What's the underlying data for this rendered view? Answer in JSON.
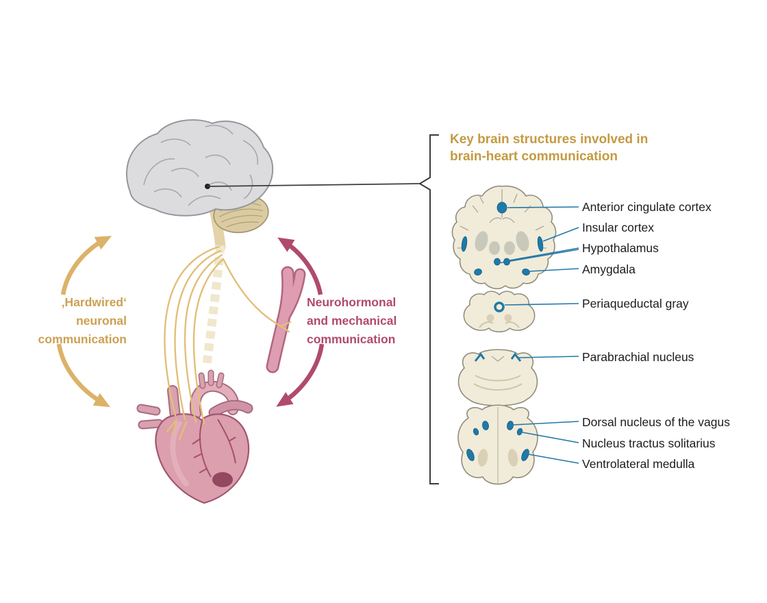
{
  "panel": {
    "title_line1": "Key brain structures involved in",
    "title_line2": "brain-heart communication"
  },
  "left_pathway": {
    "line1": "‚Hardwired‘",
    "line2": "neuronal",
    "line3": "communication"
  },
  "right_pathway": {
    "line1": "Neurohormonal",
    "line2": "and mechanical",
    "line3": "communication"
  },
  "structures": [
    {
      "label": "Anterior cingulate cortex"
    },
    {
      "label": "Insular cortex"
    },
    {
      "label": "Hypothalamus"
    },
    {
      "label": "Amygdala"
    },
    {
      "label": "Periaqueductal gray"
    },
    {
      "label": "Parabrachial nucleus"
    },
    {
      "label": "Dorsal nucleus of the vagus"
    },
    {
      "label": "Nucleus tractus solitarius"
    },
    {
      "label": "Ventrolateral medulla"
    }
  ],
  "colors": {
    "gold_text": "#cda052",
    "gold_arrow": "#dcb269",
    "mauve": "#b04a6e",
    "blue_structure": "#1f7aa8",
    "leader_blue": "#2277a8",
    "section_beige": "#f1ebd9",
    "title_gold": "#c49a43",
    "ink": "#1c1c1c"
  }
}
